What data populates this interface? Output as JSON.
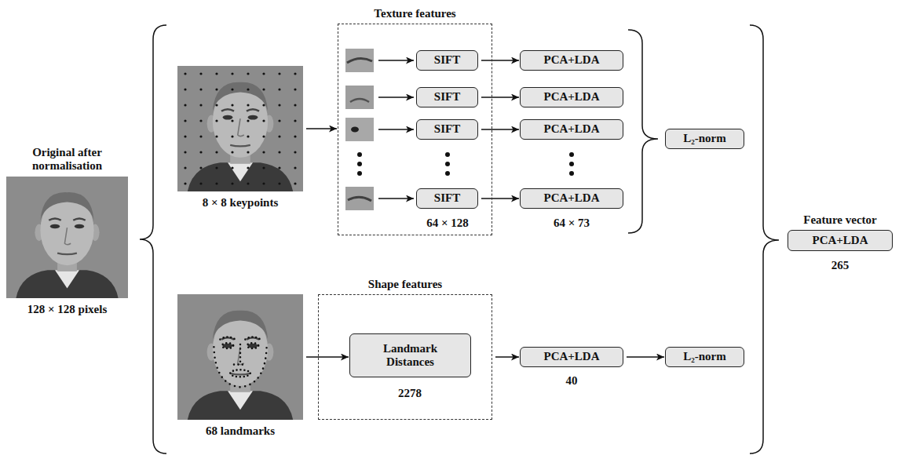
{
  "diagram": {
    "nodes": [
      {
        "text": [
          "Original after normalisation",
          "128 × 128 pixels"
        ]
      },
      {
        "text": [
          "8 × 8 keypoints"
        ]
      },
      {
        "text": [
          "Texture features"
        ]
      },
      {
        "text": [
          "SIFT"
        ],
        "in": 2
      },
      {
        "text": [
          "SIFT"
        ],
        "in": 2
      },
      {
        "text": [
          "SIFT"
        ],
        "in": 2
      },
      {
        "text": [
          "SIFT"
        ],
        "in": 2
      },
      {
        "text": [
          "PCA+LDA"
        ]
      },
      {
        "text": [
          "PCA+LDA"
        ]
      },
      {
        "text": [
          "PCA+LDA"
        ]
      },
      {
        "text": [
          "PCA+LDA"
        ]
      },
      {
        "text": [
          "L₂-norm"
        ]
      },
      {
        "text": [
          "68 landmarks"
        ]
      },
      {
        "text": [
          "Shape features"
        ]
      },
      {
        "text": [
          "Landmark Distances"
        ],
        "in": 13
      },
      {
        "text": [
          "PCA+LDA"
        ]
      },
      {
        "text": [
          "L₂-norm"
        ]
      },
      {
        "text": [
          "Feature vector",
          "PCA+LDA"
        ]
      }
    ],
    "edges": [
      {
        "from": 1,
        "to": 2,
        "arrow": "to"
      },
      {
        "from": 3,
        "to": 7,
        "arrow": "to"
      },
      {
        "from": 4,
        "to": 8,
        "arrow": "to"
      },
      {
        "from": 5,
        "to": 9,
        "arrow": "to"
      },
      {
        "from": 6,
        "to": 10,
        "arrow": "to"
      },
      {
        "from": 12,
        "to": 14,
        "arrow": "to"
      },
      {
        "from": 13,
        "to": 15,
        "arrow": "to"
      },
      {
        "from": 15,
        "to": 16,
        "arrow": "to"
      }
    ],
    "labels": [
      "64 × 128",
      "64 × 73",
      "2278",
      "40",
      "265"
    ]
  }
}
